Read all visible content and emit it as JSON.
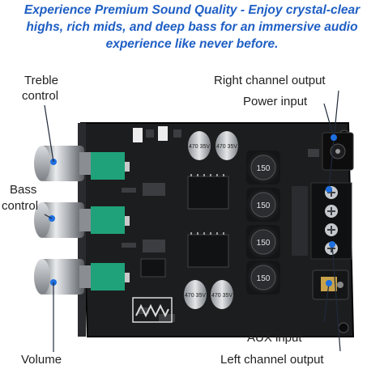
{
  "headline": {
    "line1": "Experience Premium Sound Quality - Enjoy crystal-clear",
    "line2": "highs, rich mids, and deep bass for an immersive audio",
    "line3": "experience like never before."
  },
  "callouts": {
    "treble_line1": "Treble",
    "treble_line2": "control",
    "bass_line1": "Bass",
    "bass_line2": "control",
    "volume": "Volume",
    "right_channel_output": "Right channel output",
    "power_input": "Power input",
    "aux_input": "AUX input",
    "left_channel_output": "Left channel output"
  },
  "board_markings": {
    "inductor_value": "150",
    "cap_top_left": "470 35V",
    "cap_top_right": "470 35V",
    "cap_bottom_left": "470 35V",
    "cap_bottom_right": "470 35V"
  },
  "colors": {
    "headline": "#1f5fc4",
    "accent_dot": "#1e6fe0",
    "pcb": "#1c1d1f",
    "knob_metal": "#b9bcc0",
    "pot_green": "#1fa27a"
  }
}
